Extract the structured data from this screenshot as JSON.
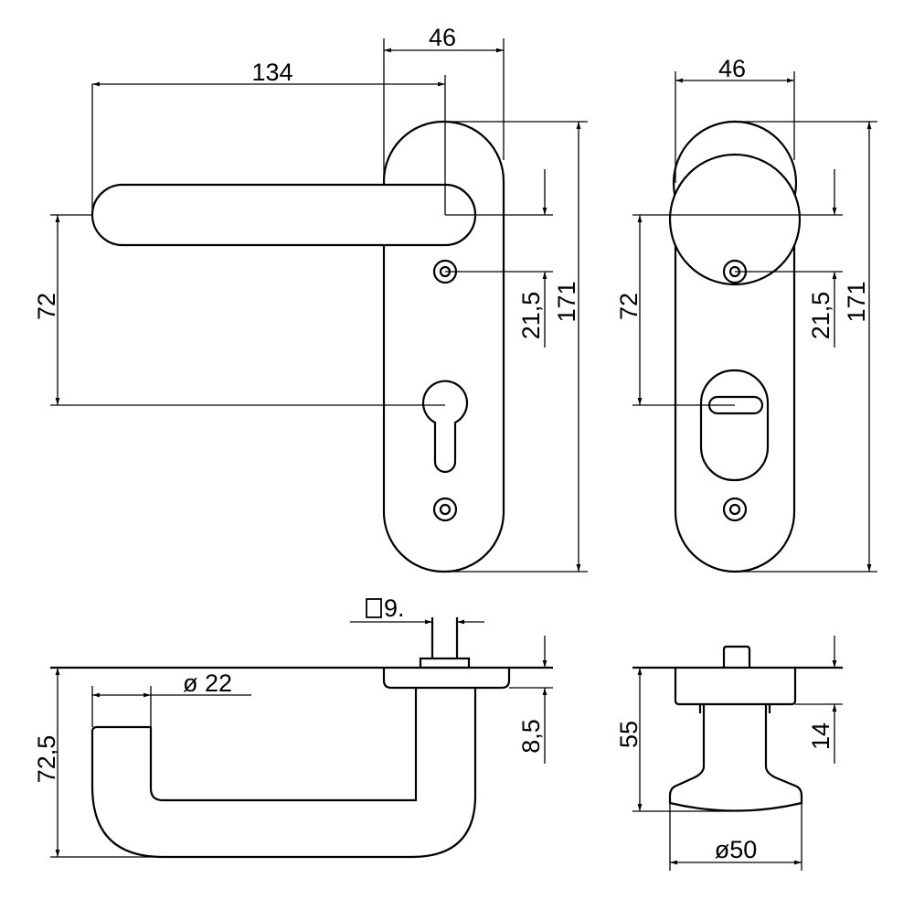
{
  "title": "Door handle set dimension drawing",
  "front_view": {
    "handle_length": "134",
    "plate_width": "46",
    "spindle_to_cylinder": "72",
    "spindle_to_screw": "21,5",
    "plate_height": "171"
  },
  "knob_front_view": {
    "plate_width": "46",
    "spindle_to_cylinder": "72",
    "spindle_to_screw": "21,5",
    "plate_height": "171"
  },
  "side_view": {
    "spindle_square": "9.",
    "handle_diameter": "ø 22",
    "projection": "72,5",
    "rose_thickness": "8,5"
  },
  "knob_side_view": {
    "projection": "55",
    "rose_thickness": "14",
    "knob_diameter": "ø50"
  },
  "colors": {
    "line": "#000000",
    "background": "#ffffff"
  }
}
